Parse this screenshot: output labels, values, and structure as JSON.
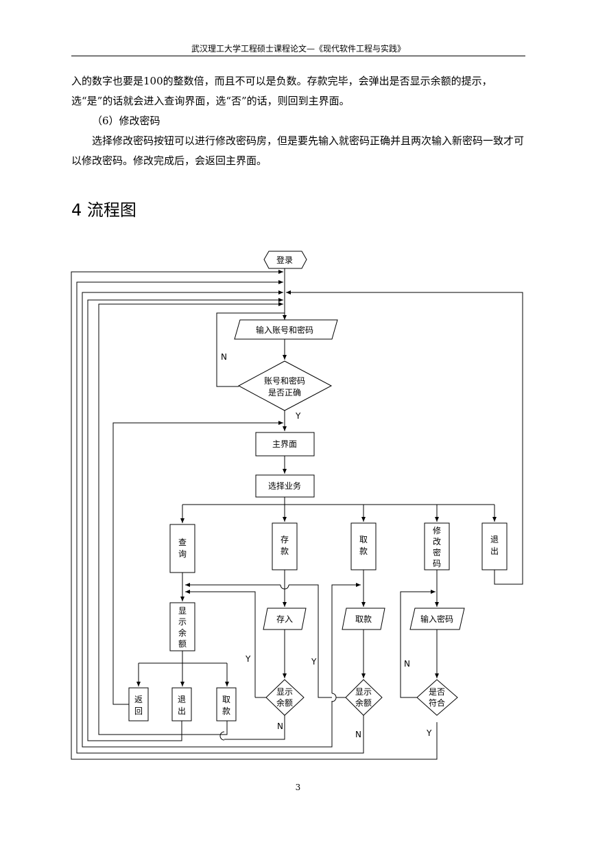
{
  "header": "武汉理工大学工程硕士课程论文—《现代软件工程与实践》",
  "body": {
    "p1": "入的数字也要是100的整数倍，而且不可以是负数。存款完毕，会弹出是否显示余额的提示，选“是”的话就会进入查询界面，选“否”的话，则回到主界面。",
    "p2": "（6）修改密码",
    "p3": "选择修改密码按钮可以进行修改密码房，但是要先输入就密码正确并且两次输入新密码一致才可以修改密码。修改完成后，会返回主界面。"
  },
  "section_title": "4  流程图",
  "flowchart": {
    "login": "登录",
    "input_account": "输入账号和密码",
    "check_account_1": "账号和密码",
    "check_account_2": "是否正确",
    "main": "主界面",
    "select": "选择业务",
    "query": [
      "查",
      "询"
    ],
    "deposit": [
      "存",
      "款"
    ],
    "withdraw": [
      "取",
      "款"
    ],
    "change_pwd": [
      "修",
      "改",
      "密",
      "码"
    ],
    "exit": [
      "退",
      "出"
    ],
    "show_balance_box": [
      "显",
      "示",
      "余",
      "额"
    ],
    "back": [
      "返",
      "回"
    ],
    "exit2": [
      "退",
      "出"
    ],
    "withdraw2": [
      "取",
      "款"
    ],
    "deposit_io": "存入",
    "withdraw_io": "取款",
    "input_pwd": "输入密码",
    "show_balance_1a": "显示",
    "show_balance_1b": "余额",
    "show_balance_2a": "显示",
    "show_balance_2b": "余额",
    "match_1": "是否",
    "match_2": "符合",
    "N": "N",
    "Y": "Y"
  },
  "page_number": "3"
}
